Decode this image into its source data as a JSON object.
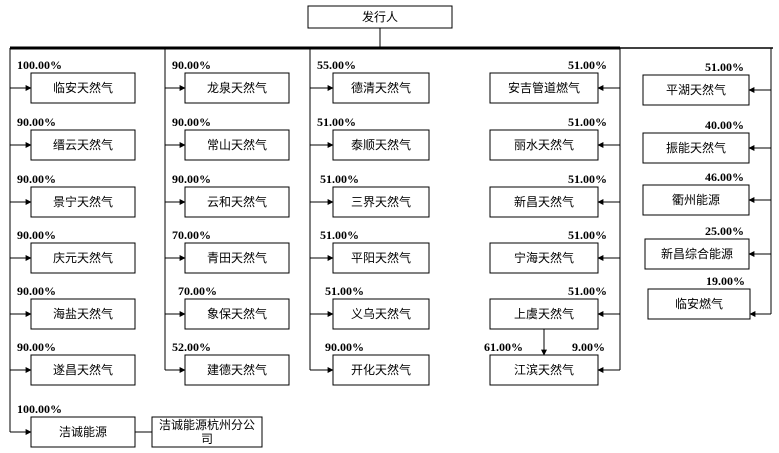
{
  "root": {
    "label": "发行人"
  },
  "columns": [
    {
      "items": [
        {
          "name": "临安天然气",
          "pct": "100.00%"
        },
        {
          "name": "缙云天然气",
          "pct": "90.00%"
        },
        {
          "name": "景宁天然气",
          "pct": "90.00%"
        },
        {
          "name": "庆元天然气",
          "pct": "90.00%"
        },
        {
          "name": "海盐天然气",
          "pct": "90.00%"
        },
        {
          "name": "遂昌天然气",
          "pct": "90.00%"
        },
        {
          "name": "洁诚能源",
          "pct": "100.00%"
        }
      ],
      "branch": {
        "name": "洁诚能源杭州分公司"
      }
    },
    {
      "items": [
        {
          "name": "龙泉天然气",
          "pct": "90.00%"
        },
        {
          "name": "常山天然气",
          "pct": "90.00%"
        },
        {
          "name": "云和天然气",
          "pct": "90.00%"
        },
        {
          "name": "青田天然气",
          "pct": "70.00%"
        },
        {
          "name": "象保天然气",
          "pct": "70.00%"
        },
        {
          "name": "建德天然气",
          "pct": "52.00%"
        }
      ]
    },
    {
      "items": [
        {
          "name": "德清天然气",
          "pct": "55.00%"
        },
        {
          "name": "泰顺天然气",
          "pct": "51.00%"
        },
        {
          "name": "三界天然气",
          "pct": "51.00%"
        },
        {
          "name": "平阳天然气",
          "pct": "51.00%"
        },
        {
          "name": "义乌天然气",
          "pct": "51.00%"
        },
        {
          "name": "开化天然气",
          "pct": "90.00%"
        }
      ]
    },
    {
      "items": [
        {
          "name": "安吉管道燃气",
          "pct": "51.00%"
        },
        {
          "name": "丽水天然气",
          "pct": "51.00%"
        },
        {
          "name": "新昌天然气",
          "pct": "51.00%"
        },
        {
          "name": "宁海天然气",
          "pct": "51.00%"
        },
        {
          "name": "上虞天然气",
          "pct": "51.00%"
        },
        {
          "name": "江滨天然气",
          "pct": "9.00%",
          "pct_from_shangyu": "61.00%"
        }
      ]
    },
    {
      "items": [
        {
          "name": "平湖天然气",
          "pct": "51.00%"
        },
        {
          "name": "振能天然气",
          "pct": "40.00%"
        },
        {
          "name": "衢州能源",
          "pct": "46.00%"
        },
        {
          "name": "新昌综合能源",
          "pct": "25.00%"
        },
        {
          "name": "临安燃气",
          "pct": "19.00%"
        }
      ]
    }
  ],
  "colors": {
    "line": "#000000",
    "box_fill": "#ffffff",
    "text": "#000000"
  }
}
